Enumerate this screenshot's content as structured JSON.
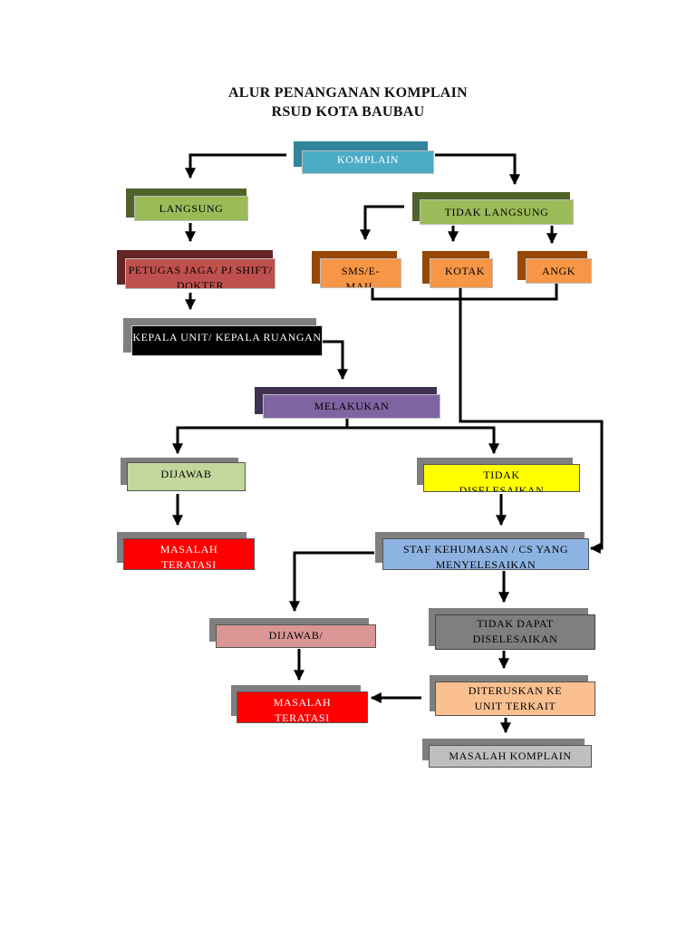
{
  "title": {
    "line1": "ALUR PENANGANAN KOMPLAIN",
    "line2": "RSUD KOTA BAUBAU"
  },
  "nodes": {
    "komplain": "KOMPLAIN",
    "langsung": "LANGSUNG",
    "tidak_langsung": "TIDAK LANGSUNG",
    "petugas_jaga": "PETUGAS JAGA/ PJ SHIFT/ DOKTER",
    "sms_email": "SMS/E-MAIL",
    "kotak": "KOTAK",
    "angket": "ANGK",
    "kepala_unit": "KEPALA UNIT/ KEPALA RUANGAN",
    "melakukan": "MELAKUKAN",
    "dijawab": "DIJAWAB",
    "tidak_diselesaikan": "TIDAK DISELESAIKAN",
    "masalah_teratasi_1": "MASALAH TERATASI",
    "staf_kehumasan": "STAF KEHUMASAN / CS YANG MENYELESAIKAN",
    "dijawab_2": "DIJAWAB/",
    "tidak_dapat": "TIDAK DAPAT DISELESAIKAN",
    "masalah_teratasi_2": "MASALAH TERATASI",
    "diteruskan": "DITERUSKAN KE UNIT TERKAIT",
    "masalah_komplain": "MASALAH KOMPLAIN"
  },
  "colors": {
    "komplain": "#4bacc6",
    "langsung": "#9bbb59",
    "tidak_langsung": "#9bbb59",
    "petugas_jaga": "#c0504d",
    "sms_email": "#f79646",
    "kotak": "#f79646",
    "angket": "#f79646",
    "kepala_unit": "#000000",
    "melakukan": "#8064a2",
    "dijawab": "#c3d69b",
    "tidak_diselesaikan": "#ffff00",
    "masalah_teratasi_1": "#ff0000",
    "staf_kehumasan": "#8db3e2",
    "dijawab_2": "#d99694",
    "tidak_dapat": "#7f7f7f",
    "masalah_teratasi_2": "#ff0000",
    "diteruskan": "#fac090",
    "masalah_komplain": "#bfbfbf"
  }
}
